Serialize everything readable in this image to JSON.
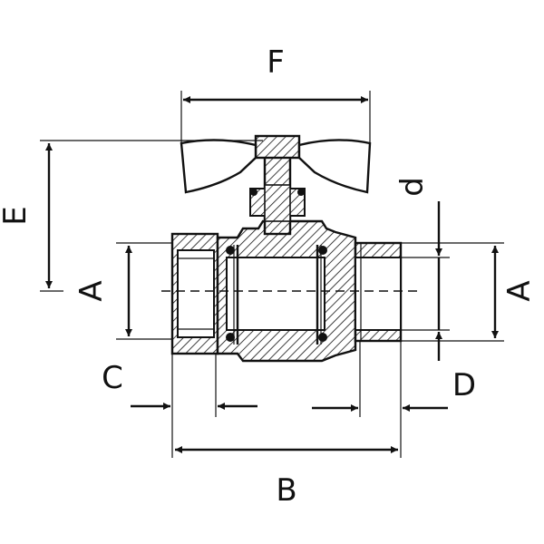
{
  "labels": {
    "f": "F",
    "e": "E",
    "d": "d",
    "a_left": "A",
    "a_right": "A",
    "c": "C",
    "d_upper": "D",
    "b": "B"
  },
  "colors": {
    "line": "#111111",
    "background": "#ffffff"
  }
}
